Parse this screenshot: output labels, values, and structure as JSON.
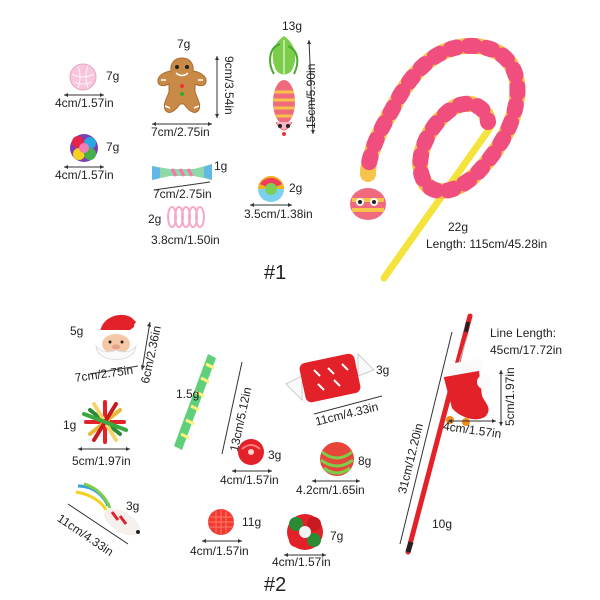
{
  "set1": {
    "label": "#1",
    "ball1": {
      "weight": "7g",
      "size": "4cm/1.57in"
    },
    "ball2": {
      "weight": "7g",
      "size": "4cm/1.57in"
    },
    "gingerbread": {
      "weight": "7g",
      "width": "7cm/2.75in",
      "height": "9cm/3.54in"
    },
    "mouse": {
      "weight": "13g",
      "length": "15cm/5.90in"
    },
    "candy": {
      "weight": "1g",
      "size": "7cm/2.75in"
    },
    "spring": {
      "weight": "2g",
      "size": "3.8cm/1.50in"
    },
    "rainbow_ball": {
      "weight": "2g",
      "size": "3.5cm/1.38in"
    },
    "wand": {
      "weight": "22g",
      "length": "Length: 115cm/45.28in"
    }
  },
  "set2": {
    "label": "#2",
    "santa": {
      "weight": "5g",
      "width": "7cm/2.75in",
      "height": "6cm/2.36in"
    },
    "crinkle_ball": {
      "weight": "1g",
      "size": "5cm/1.97in"
    },
    "mouse": {
      "weight": "3g",
      "size": "11cm/4.33in"
    },
    "tube": {
      "weight": "1.5g",
      "size": "13cm/5.12in"
    },
    "bell_ball": {
      "weight": "3g",
      "size": "4cm/1.57in"
    },
    "red_ball": {
      "weight": "11g",
      "size": "4cm/1.57in"
    },
    "candy": {
      "weight": "3g",
      "size": "11cm/4.33in"
    },
    "sisal_ball": {
      "weight": "8g",
      "size": "4.2cm/1.65in"
    },
    "pompom_ball": {
      "weight": "7g",
      "size": "4cm/1.57in"
    },
    "wand": {
      "weight": "10g",
      "length": "31cm/12.20in",
      "line_label": "Line Length:",
      "line_length": "45cm/17.72in",
      "stocking_height": "5cm/1.97in",
      "stocking_width": "4cm/1.57in"
    }
  }
}
